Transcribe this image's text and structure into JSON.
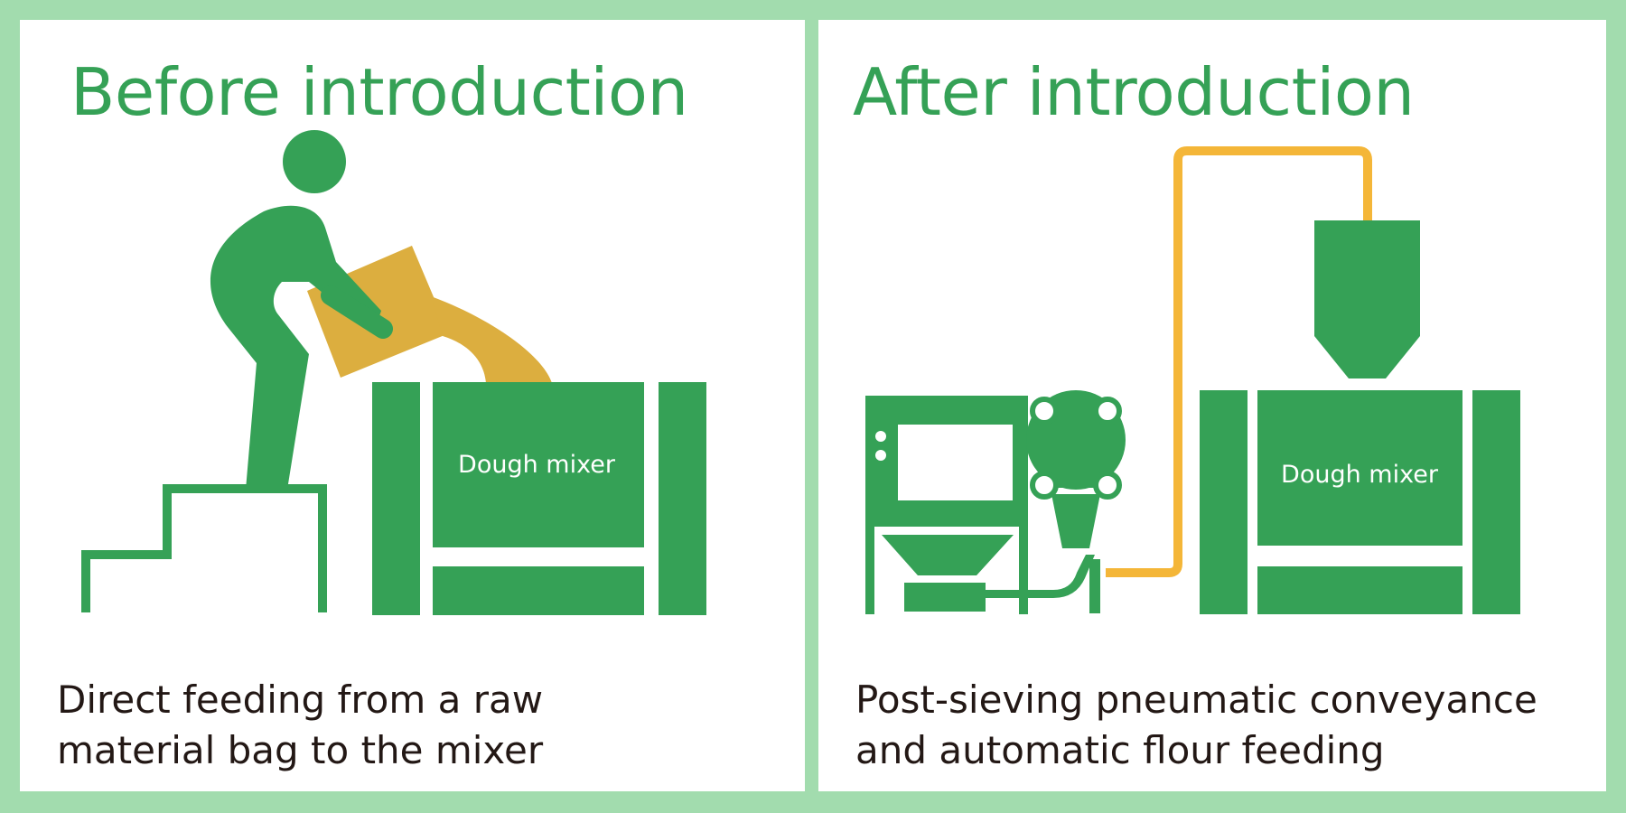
{
  "colors": {
    "frame": "#a2dcae",
    "panel": "#ffffff",
    "green": "#35a156",
    "bag": "#dcae3f",
    "pipe": "#f4b638",
    "caption": "#231815"
  },
  "before": {
    "title": "Before introduction",
    "mixer_label": "Dough mixer",
    "caption_lines": [
      "Direct feeding from a raw",
      "material bag to the mixer"
    ],
    "icons": [
      "worker-icon",
      "flour-bag-icon",
      "step-stairs-icon",
      "dough-mixer-icon"
    ]
  },
  "after": {
    "title": "After introduction",
    "mixer_label": "Dough mixer",
    "caption_lines": [
      "Post-sieving pneumatic conveyance",
      "and automatic flour feeding"
    ],
    "icons": [
      "control-cabinet-icon",
      "sieve-icon",
      "conveying-pipe-icon",
      "hopper-icon",
      "dough-mixer-icon"
    ]
  }
}
